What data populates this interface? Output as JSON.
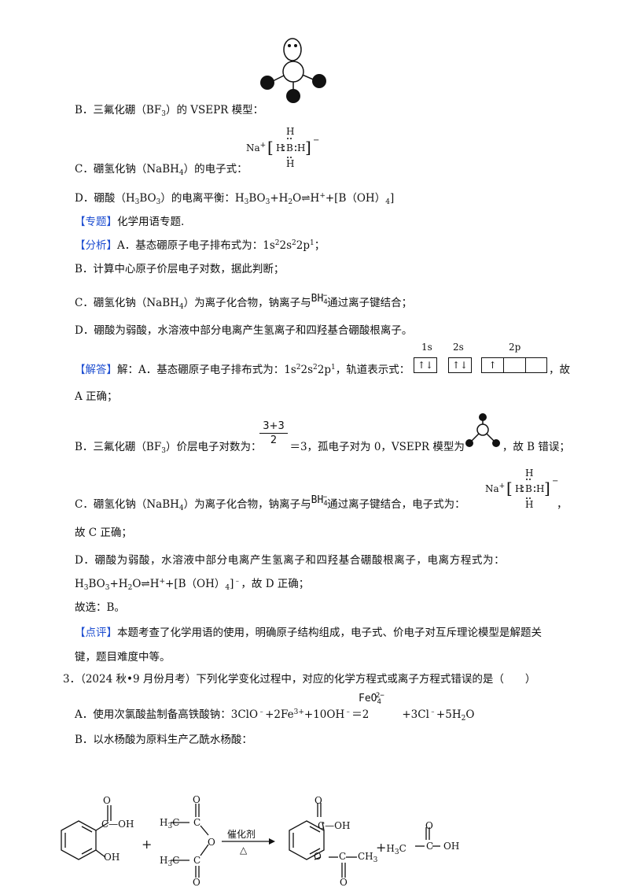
{
  "top_model": {
    "desc_bf3_label": ""
  },
  "lines": {
    "b_vsepr_prefix": "B．三氟化硼（BF",
    "b_vsepr_sub": "3",
    "b_vsepr_suffix": "）的 VSEPR 模型：",
    "c_nabh4_prefix": "C．硼氢化钠（NaBH",
    "c_nabh4_sub": "4",
    "c_nabh4_suffix": "）的电子式：",
    "d_prefix": "D．硼酸（H",
    "d_sub1": "3",
    "d_mid1": "BO",
    "d_sub2": "3",
    "d_mid2": "）的电离平衡：H",
    "d_sub3": "3",
    "d_mid3": "BO",
    "d_sub4": "3",
    "d_mid4": "+H",
    "d_sub5": "2",
    "d_mid5": "O⇌H",
    "d_sup1": "+",
    "d_mid6": "+[B（OH）",
    "d_sub6": "4",
    "d_end": "]",
    "topic_tag": "【专题】",
    "topic_text": "化学用语专题.",
    "analysis_tag": "【分析】",
    "analysis_a": "A．基态硼原子电子排布式为：1s",
    "analysis_b": "B．计算中心原子价层电子对数，据此判断；",
    "analysis_c_prefix": "C．硼氢化钠（NaBH",
    "analysis_c_sub": "4",
    "analysis_c_mid": "）为离子化合物，钠离子与",
    "analysis_c_end": "通过离子键结合；",
    "analysis_d": "D．硼酸为弱酸，水溶液中部分电离产生氢离子和四羟基合硼酸根离子。",
    "answer_tag": "【解答】",
    "answer_a": "解：A．基态硼原子电子排布式为：1s",
    "answer_a_end": "，轨道表示式：",
    "answer_a_tail": "，故",
    "answer_a_line2": "A 正确；",
    "answer_b_prefix": "B．三氟化硼（BF",
    "answer_b_sub": "3",
    "answer_b_mid": "）价层电子对数为：",
    "answer_b_mid2": "＝3，孤电子对为 0，VSEPR 模型为",
    "answer_b_end": "，故 B 错误；",
    "answer_c_prefix": "C．硼氢化钠（NaBH",
    "answer_c_sub": "4",
    "answer_c_mid": "）为离子化合物，钠离子与",
    "answer_c_mid2": "通过离子键结合，电子式为：",
    "answer_c_comma": "，",
    "answer_c_line2": "故 C 正确；",
    "answer_d_line1": "D．硼酸为弱酸，水溶液中部分电离产生氢离子和四羟基合硼酸根离子，电离方程式为：",
    "answer_d_h": "H",
    "answer_d_l2_sub1": "3",
    "answer_d_l2_mid1": "BO",
    "answer_d_l2_sub2": "3",
    "answer_d_l2_mid2": "+H",
    "answer_d_l2_sub3": "2",
    "answer_d_l2_mid3": "O⇌H",
    "answer_d_l2_sup1": "+",
    "answer_d_l2_mid4": "+[B（OH）",
    "answer_d_l2_sub4": "4",
    "answer_d_l2_mid5": "]",
    "answer_d_l2_sup2": "﹣",
    "answer_d_l2_end": "，故 D 正确；",
    "choice": "故选：B。",
    "comment_tag": "【点评】",
    "comment_text": "本题考查了化学用语的使用，明确原子结构组成，电子式、价电子对互斥理论模型是解题关",
    "comment_line2": "键，题目难度中等。",
    "q3": "3．（2024 秋•9 月份月考）下列化学变化过程中，对应的化学方程式或离子方程式错误的是（　　）",
    "q3a_prefix": "A．使用次氯酸盐制备高铁酸钠：3ClO",
    "q3a_sup1": "﹣",
    "q3a_mid1": "+2Fe",
    "q3a_sup2": "3+",
    "q3a_mid2": "+10OH",
    "q3a_sup3": "﹣",
    "q3a_mid3": "＝2",
    "q3a_mid4": "+3Cl",
    "q3a_sup4": "﹣",
    "q3a_mid5": "+5H",
    "q3a_sub1": "2",
    "q3a_end": "O",
    "q3b": "B．以水杨酸为原料生产乙酰水杨酸："
  },
  "formula": {
    "config_sup1": "2",
    "config_mid1": "2s",
    "config_sup2": "2",
    "config_mid2": "2p",
    "config_sup3": "1",
    "config_end": "；",
    "bh4": "BH",
    "bh4_sub": "4",
    "bh4_sup": "−",
    "feo4": "FeO",
    "feo4_sub": "4",
    "feo4_sup": "2−",
    "frac_num": "3+3",
    "frac_den": "2",
    "na_plus": "Na",
    "na_sup": "+",
    "e_h_top": "H",
    "e_b": "B",
    "e_h_left": "H",
    "e_h_right": "H",
    "e_h_bottom": "H",
    "e_sup": "−",
    "bracket_l": "[",
    "bracket_r": "]"
  },
  "orbital": {
    "label_1s": "1s",
    "label_2s": "2s",
    "label_2p": "2p",
    "cell_1s": "↑↓",
    "cell_2s": "↑↓",
    "cell_2p_1": "↑",
    "cell_2p_2": "",
    "cell_2p_3": ""
  },
  "reaction": {
    "cooh": "C—OH",
    "o": "O",
    "oh": "OH",
    "h3c": "H",
    "h3c_sub": "3",
    "h3c_c": "C",
    "plus": "+",
    "catalyst": "催化剂",
    "delta": "△",
    "product_cooh": "C—OH",
    "product_o": "O",
    "product_ch3": "CH",
    "product_ch3_sub": "3",
    "acetic_plus": "+H",
    "acetic_sub": "3",
    "acetic_c": "C",
    "acetic_mid": "C",
    "acetic_oh": "OH"
  }
}
